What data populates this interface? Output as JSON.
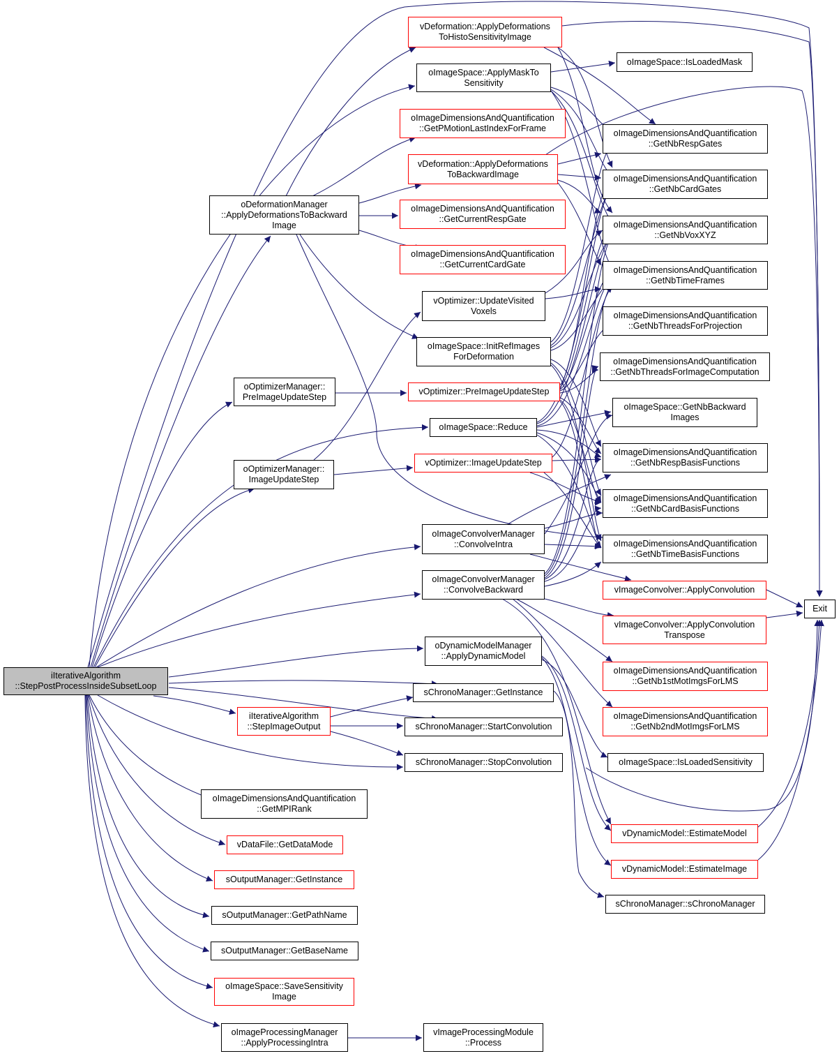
{
  "colors": {
    "edge": "#191970",
    "node_border": "#000000",
    "incomplete_border": "#ff0000",
    "root_fill": "#bfbfbf"
  },
  "nodes": {
    "root": {
      "line1": "iIterativeAlgorithm",
      "line2": "::StepPostProcessInsideSubsetLoop"
    },
    "deform_histo": {
      "line1": "vDeformation::ApplyDeformations",
      "line2": "ToHistoSensitivityImage"
    },
    "apply_mask": {
      "line1": "oImageSpace::ApplyMaskTo",
      "line2": "Sensitivity"
    },
    "is_loaded_mask": {
      "line1": "oImageSpace::IsLoadedMask"
    },
    "get_pmotion": {
      "line1": "oImageDimensionsAndQuantification",
      "line2": "::GetPMotionLastIndexForFrame"
    },
    "deform_backward": {
      "line1": "vDeformation::ApplyDeformations",
      "line2": "ToBackwardImage"
    },
    "deform_mgr": {
      "line1": "oDeformationManager",
      "line2": "::ApplyDeformationsToBackward",
      "line3": "Image"
    },
    "get_cur_resp": {
      "line1": "oImageDimensionsAndQuantification",
      "line2": "::GetCurrentRespGate"
    },
    "get_cur_card": {
      "line1": "oImageDimensionsAndQuantification",
      "line2": "::GetCurrentCardGate"
    },
    "update_visited": {
      "line1": "vOptimizer::UpdateVisited",
      "line2": "Voxels"
    },
    "init_ref": {
      "line1": "oImageSpace::InitRefImages",
      "line2": "ForDeformation"
    },
    "opt_pre_mgr": {
      "line1": "oOptimizerManager::",
      "line2": "PreImageUpdateStep"
    },
    "opt_pre": {
      "line1": "vOptimizer::PreImageUpdateStep"
    },
    "reduce": {
      "line1": "oImageSpace::Reduce"
    },
    "opt_img_mgr": {
      "line1": "oOptimizerManager::",
      "line2": "ImageUpdateStep"
    },
    "opt_img": {
      "line1": "vOptimizer::ImageUpdateStep"
    },
    "conv_intra": {
      "line1": "oImageConvolverManager",
      "line2": "::ConvolveIntra"
    },
    "conv_back": {
      "line1": "oImageConvolverManager",
      "line2": "::ConvolveBackward"
    },
    "dyn_mgr": {
      "line1": "oDynamicModelManager",
      "line2": "::ApplyDynamicModel"
    },
    "chrono_inst": {
      "line1": "sChronoManager::GetInstance"
    },
    "step_img_out": {
      "line1": "iIterativeAlgorithm",
      "line2": "::StepImageOutput"
    },
    "chrono_start": {
      "line1": "sChronoManager::StartConvolution"
    },
    "chrono_stop": {
      "line1": "sChronoManager::StopConvolution"
    },
    "get_mpi": {
      "line1": "oImageDimensionsAndQuantification",
      "line2": "::GetMPIRank"
    },
    "data_mode": {
      "line1": "vDataFile::GetDataMode"
    },
    "out_inst": {
      "line1": "sOutputManager::GetInstance"
    },
    "out_path": {
      "line1": "sOutputManager::GetPathName"
    },
    "out_base": {
      "line1": "sOutputManager::GetBaseName"
    },
    "save_sens": {
      "line1": "oImageSpace::SaveSensitivity",
      "line2": "Image"
    },
    "proc_mgr": {
      "line1": "oImageProcessingManager",
      "line2": "::ApplyProcessingIntra"
    },
    "proc_mod": {
      "line1": "vImageProcessingModule",
      "line2": "::Process"
    },
    "nb_resp_gates": {
      "line1": "oImageDimensionsAndQuantification",
      "line2": "::GetNbRespGates"
    },
    "nb_card_gates": {
      "line1": "oImageDimensionsAndQuantification",
      "line2": "::GetNbCardGates"
    },
    "nb_vox": {
      "line1": "oImageDimensionsAndQuantification",
      "line2": "::GetNbVoxXYZ"
    },
    "nb_time_frames": {
      "line1": "oImageDimensionsAndQuantification",
      "line2": "::GetNbTimeFrames"
    },
    "nb_thr_proj": {
      "line1": "oImageDimensionsAndQuantification",
      "line2": "::GetNbThreadsForProjection"
    },
    "nb_thr_img": {
      "line1": "oImageDimensionsAndQuantification",
      "line2": "::GetNbThreadsForImageComputation"
    },
    "nb_backward": {
      "line1": "oImageSpace::GetNbBackward",
      "line2": "Images"
    },
    "nb_resp_basis": {
      "line1": "oImageDimensionsAndQuantification",
      "line2": "::GetNbRespBasisFunctions"
    },
    "nb_card_basis": {
      "line1": "oImageDimensionsAndQuantification",
      "line2": "::GetNbCardBasisFunctions"
    },
    "nb_time_basis": {
      "line1": "oImageDimensionsAndQuantification",
      "line2": "::GetNbTimeBasisFunctions"
    },
    "apply_conv": {
      "line1": "vImageConvolver::ApplyConvolution"
    },
    "apply_conv_t": {
      "line1": "vImageConvolver::ApplyConvolution",
      "line2": "Transpose"
    },
    "nb1st": {
      "line1": "oImageDimensionsAndQuantification",
      "line2": "::GetNb1stMotImgsForLMS"
    },
    "nb2nd": {
      "line1": "oImageDimensionsAndQuantification",
      "line2": "::GetNb2ndMotImgsForLMS"
    },
    "is_loaded_sens": {
      "line1": "oImageSpace::IsLoadedSensitivity"
    },
    "est_model": {
      "line1": "vDynamicModel::EstimateModel"
    },
    "est_image": {
      "line1": "vDynamicModel::EstimateImage"
    },
    "chrono_ctor": {
      "line1": "sChronoManager::sChronoManager"
    },
    "exit": {
      "line1": "Exit"
    }
  }
}
